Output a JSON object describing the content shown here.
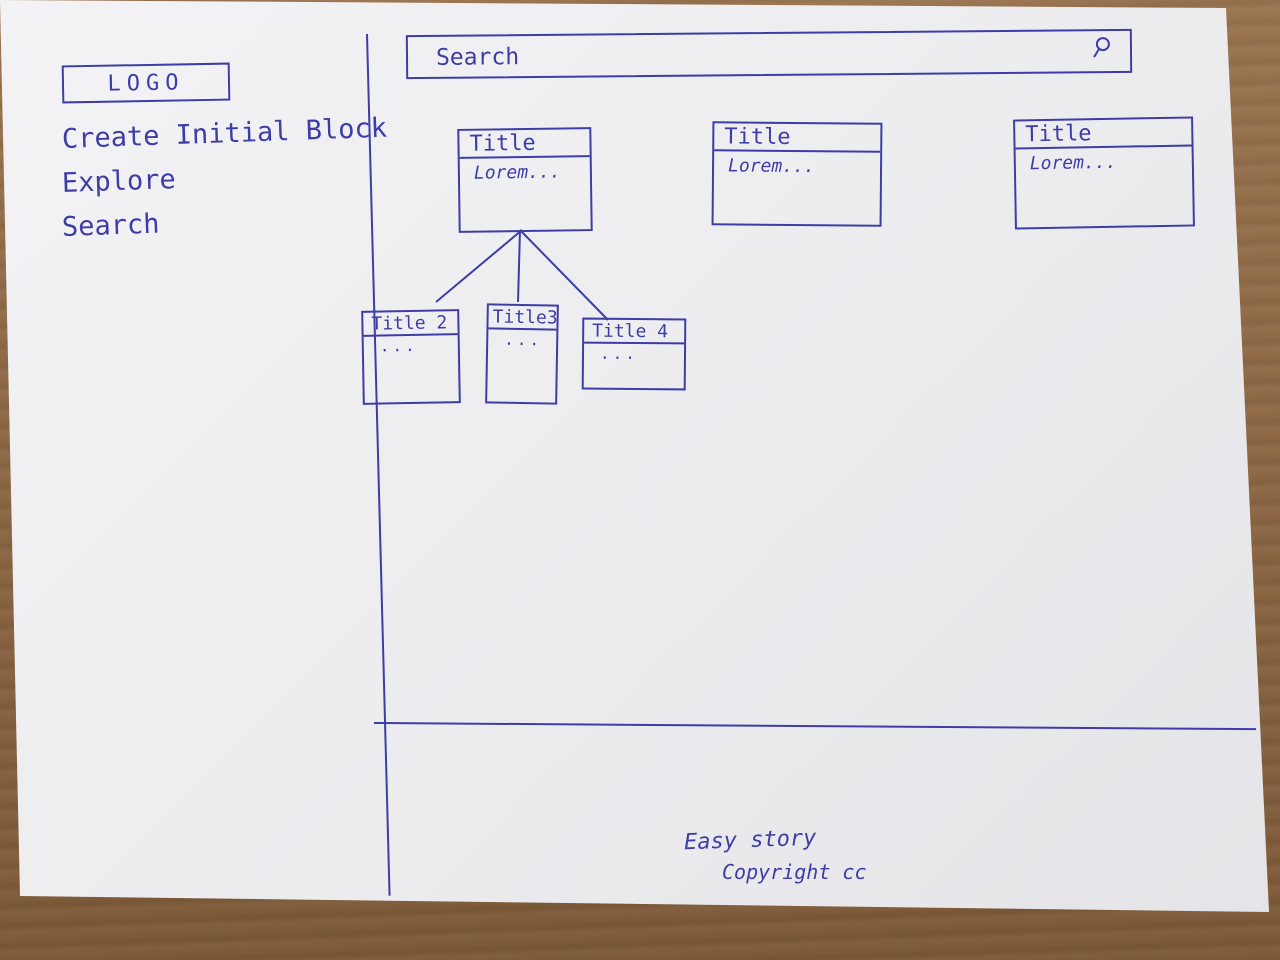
{
  "sidebar": {
    "logo": "LOGO",
    "nav": [
      "Create Initial Block",
      "Explore",
      "Search"
    ]
  },
  "search": {
    "label": "Search",
    "icon": "search-icon"
  },
  "cards": [
    {
      "title": "Title",
      "body": "Lorem..."
    },
    {
      "title": "Title",
      "body": "Lorem..."
    },
    {
      "title": "Title",
      "body": "Lorem..."
    }
  ],
  "child_cards": [
    {
      "title": "Title 2",
      "body": "..."
    },
    {
      "title": "Title3",
      "body": "..."
    },
    {
      "title": "Title 4",
      "body": "..."
    }
  ],
  "footer": {
    "line1": "Easy story",
    "line2": "Copyright cc"
  },
  "colors": {
    "ink": "#3d3da8",
    "paper": "#f0f0f2",
    "table": "#8f6a45"
  }
}
